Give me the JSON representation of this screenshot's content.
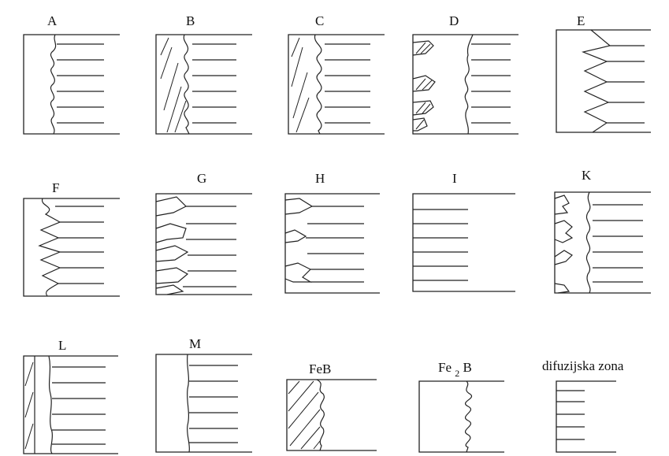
{
  "figure": {
    "panels": [
      {
        "id": "A",
        "label": "A"
      },
      {
        "id": "B",
        "label": "B"
      },
      {
        "id": "C",
        "label": "C"
      },
      {
        "id": "D",
        "label": "D"
      },
      {
        "id": "E",
        "label": "E"
      },
      {
        "id": "F",
        "label": "F"
      },
      {
        "id": "G",
        "label": "G"
      },
      {
        "id": "H",
        "label": "H"
      },
      {
        "id": "I",
        "label": "I"
      },
      {
        "id": "K",
        "label": "K"
      },
      {
        "id": "L",
        "label": "L"
      },
      {
        "id": "M",
        "label": "M"
      },
      {
        "id": "FeB",
        "label": "FeB"
      },
      {
        "id": "Fe2B",
        "label_main": "Fe",
        "label_sub": "2",
        "label_tail": "B"
      },
      {
        "id": "difuzijska",
        "label": "difuzijska zona"
      }
    ]
  }
}
